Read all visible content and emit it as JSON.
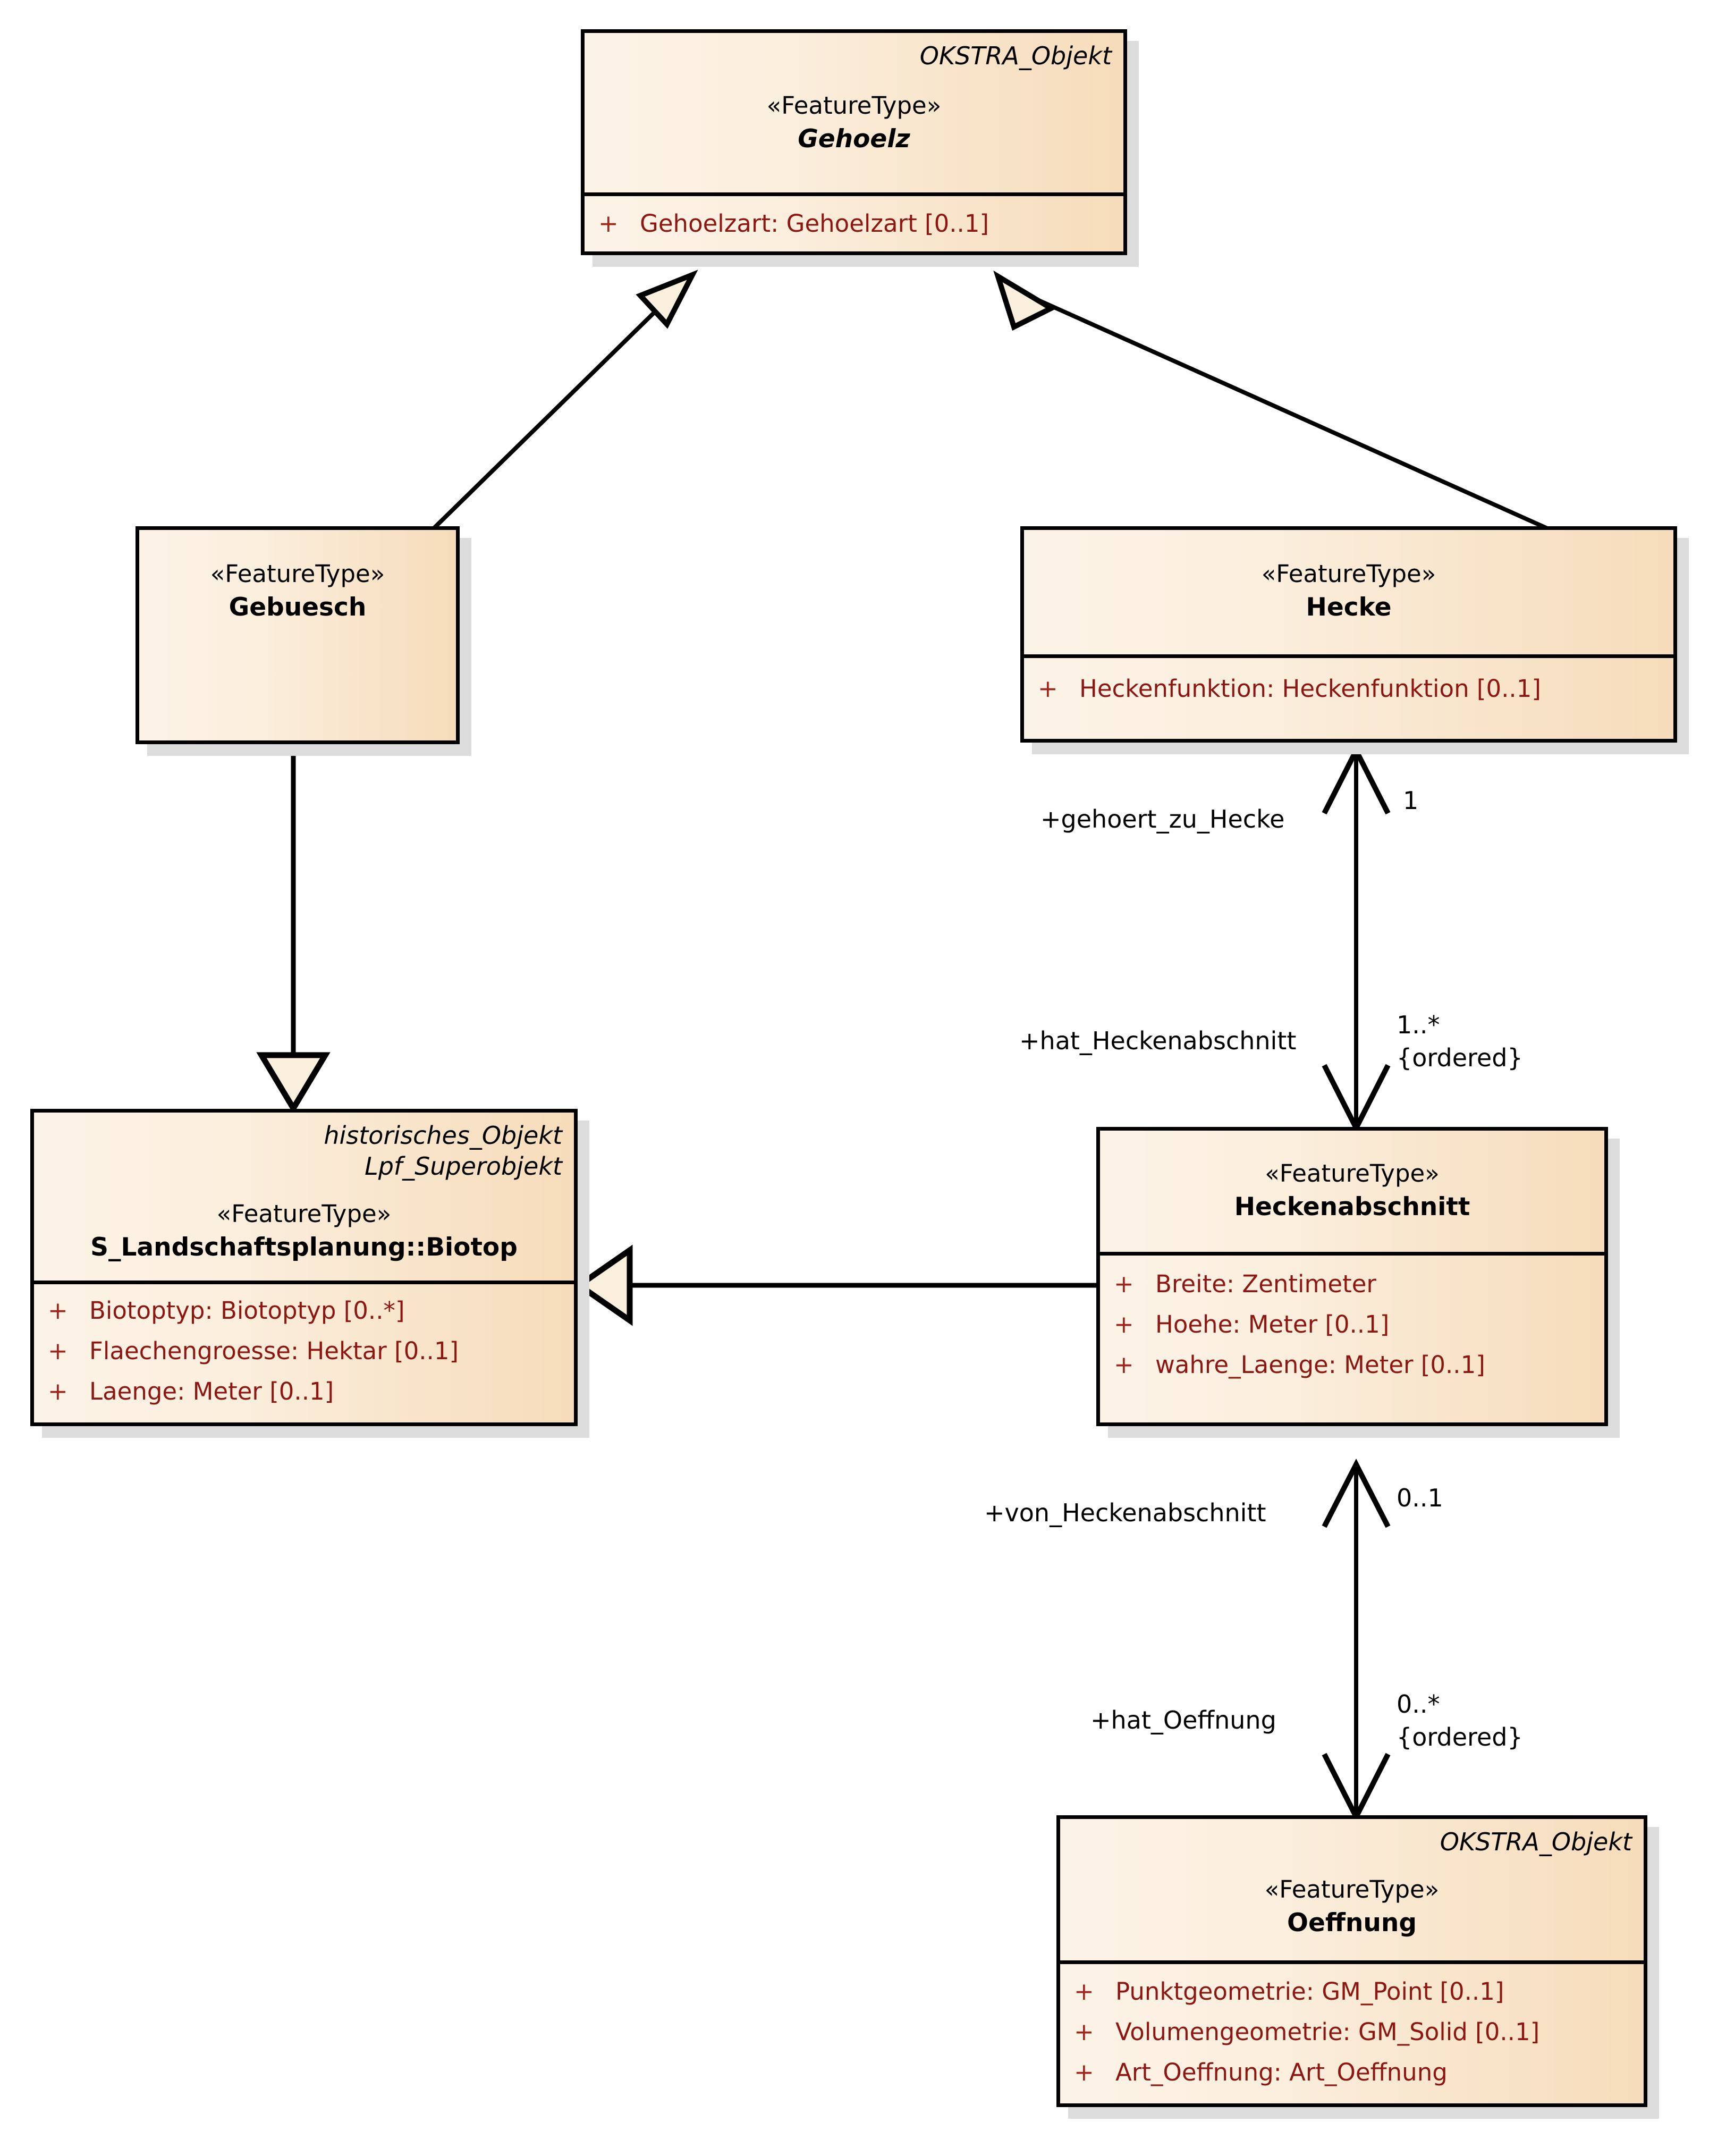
{
  "diagram": {
    "type": "uml-class-diagram",
    "title": "Gehoelz / Hecke UML class diagram",
    "background_color": "#ffffff",
    "class_fill_left": "#FCF3E7",
    "class_fill_right": "#F6DCBA",
    "border_color": "#000000",
    "attribute_color": "#8C1712",
    "shadow_color": "#dcdcdc"
  },
  "classes": {
    "gehoelz": {
      "base_types": [
        "OKSTRA_Objekt"
      ],
      "stereotype": "«FeatureType»",
      "name": "Gehoelz",
      "abstract": true,
      "attributes": [
        {
          "visibility": "+",
          "text": "Gehoelzart: Gehoelzart [0..1]"
        }
      ]
    },
    "gebuesch": {
      "base_types": [],
      "stereotype": "«FeatureType»",
      "name": "Gebuesch",
      "abstract": false,
      "attributes": []
    },
    "hecke": {
      "base_types": [],
      "stereotype": "«FeatureType»",
      "name": "Hecke",
      "abstract": false,
      "attributes": [
        {
          "visibility": "+",
          "text": "Heckenfunktion: Heckenfunktion [0..1]"
        }
      ]
    },
    "biotop": {
      "base_types": [
        "historisches_Objekt",
        "Lpf_Superobjekt"
      ],
      "stereotype": "«FeatureType»",
      "name": "S_Landschaftsplanung::Biotop",
      "abstract": false,
      "attributes": [
        {
          "visibility": "+",
          "text": "Biotoptyp: Biotoptyp [0..*]"
        },
        {
          "visibility": "+",
          "text": "Flaechengroesse: Hektar [0..1]"
        },
        {
          "visibility": "+",
          "text": "Laenge: Meter [0..1]"
        }
      ]
    },
    "heckenabschnitt": {
      "base_types": [],
      "stereotype": "«FeatureType»",
      "name": "Heckenabschnitt",
      "abstract": false,
      "attributes": [
        {
          "visibility": "+",
          "text": "Breite: Zentimeter"
        },
        {
          "visibility": "+",
          "text": "Hoehe: Meter [0..1]"
        },
        {
          "visibility": "+",
          "text": "wahre_Laenge: Meter [0..1]"
        }
      ]
    },
    "oeffnung": {
      "base_types": [
        "OKSTRA_Objekt"
      ],
      "stereotype": "«FeatureType»",
      "name": "Oeffnung",
      "abstract": false,
      "attributes": [
        {
          "visibility": "+",
          "text": "Punktgeometrie: GM_Point [0..1]"
        },
        {
          "visibility": "+",
          "text": "Volumengeometrie: GM_Solid [0..1]"
        },
        {
          "visibility": "+",
          "text": "Art_Oeffnung: Art_Oeffnung"
        }
      ]
    }
  },
  "relations": {
    "gebuesch_to_gehoelz": {
      "kind": "generalization",
      "from": "Gebuesch",
      "to": "Gehoelz"
    },
    "hecke_to_gehoelz": {
      "kind": "generalization",
      "from": "Hecke",
      "to": "Gehoelz"
    },
    "gebuesch_to_biotop": {
      "kind": "generalization",
      "from": "Gebuesch",
      "to": "S_Landschaftsplanung::Biotop"
    },
    "heckenabschnitt_to_biotop": {
      "kind": "generalization",
      "from": "Heckenabschnitt",
      "to": "S_Landschaftsplanung::Biotop"
    },
    "hecke_heckenabschnitt": {
      "kind": "association",
      "end_a_role": "+gehoert_zu_Hecke",
      "end_a_multiplicity": "1",
      "end_b_role": "+hat_Heckenabschnitt",
      "end_b_multiplicity": "1..*",
      "end_b_constraint": "{ordered}"
    },
    "heckenabschnitt_oeffnung": {
      "kind": "association",
      "end_a_role": "+von_Heckenabschnitt",
      "end_a_multiplicity": "0..1",
      "end_b_role": "+hat_Oeffnung",
      "end_b_multiplicity": "0..*",
      "end_b_constraint": "{ordered}"
    }
  }
}
